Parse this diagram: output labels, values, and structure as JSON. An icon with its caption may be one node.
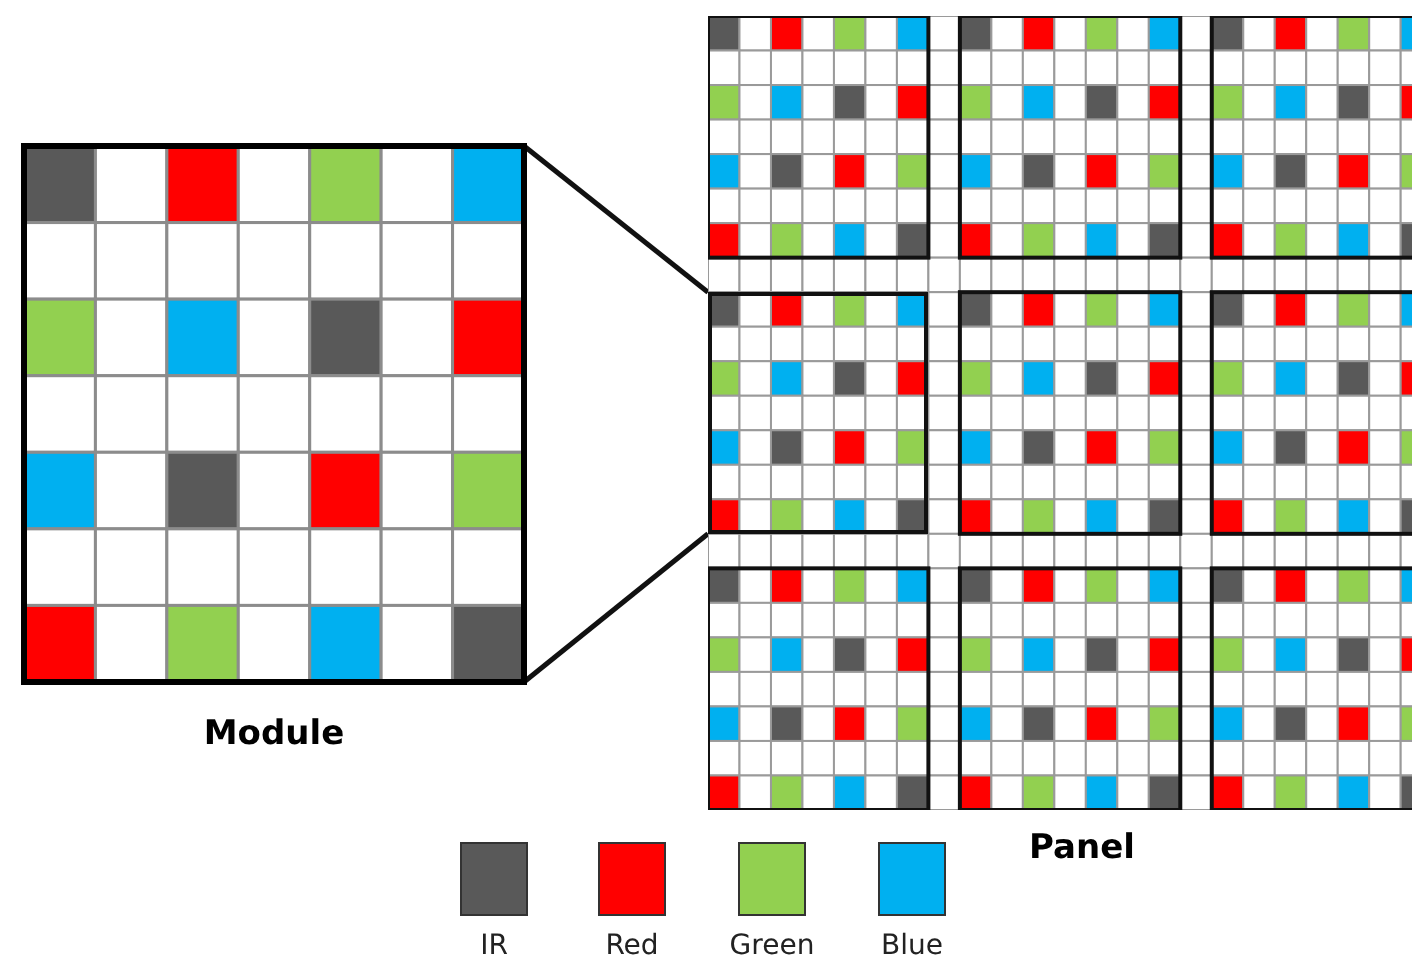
{
  "diagram": {
    "nodes": [
      {
        "text": [
          "Module"
        ]
      },
      {
        "text": [
          "Panel"
        ]
      },
      {
        "text": [],
        "shape": "box",
        "in": 1
      }
    ],
    "edges": [
      {
        "from": 0,
        "to": 2,
        "arrow": "none"
      },
      {
        "from": 0,
        "to": 2,
        "arrow": "none"
      }
    ],
    "legend": [
      {
        "text": "IR",
        "color": "#595959"
      },
      {
        "text": "Red",
        "color": "#ff0000"
      },
      {
        "text": "Green",
        "color": "#92d050"
      },
      {
        "text": "Blue",
        "color": "#00b0f0"
      }
    ]
  }
}
